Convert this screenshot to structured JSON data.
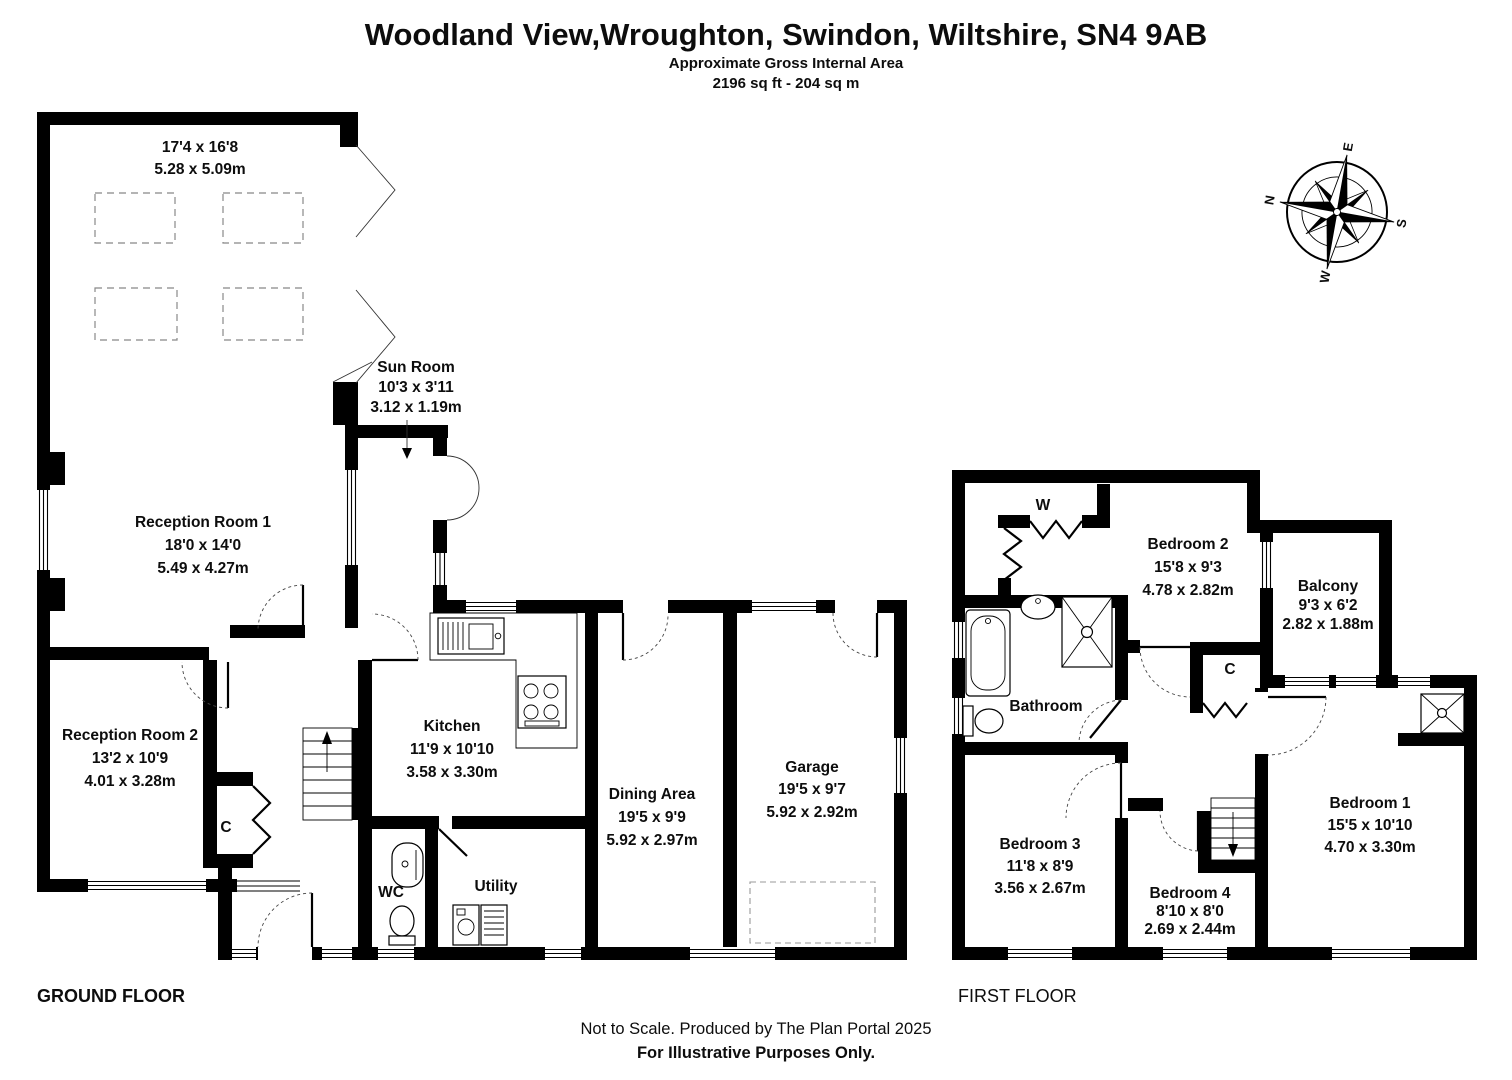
{
  "header": {
    "title": "Woodland View,Wroughton, Swindon, Wiltshire, SN4 9AB",
    "subtitle": "Approximate Gross Internal Area",
    "area": "2196 sq ft - 204 sq m"
  },
  "ground_floor": {
    "label": "GROUND FLOOR",
    "rooms": {
      "main_room": {
        "dim_ft": "17'4 x 16'8",
        "dim_m": "5.28 x 5.09m"
      },
      "sun_room": {
        "name": "Sun Room",
        "dim_ft": "10'3 x 3'11",
        "dim_m": "3.12 x 1.19m"
      },
      "reception_room_1": {
        "name": "Reception Room 1",
        "dim_ft": "18'0 x 14'0",
        "dim_m": "5.49 x 4.27m"
      },
      "reception_room_2": {
        "name": "Reception Room 2",
        "dim_ft": "13'2 x 10'9",
        "dim_m": "4.01 x 3.28m"
      },
      "kitchen": {
        "name": "Kitchen",
        "dim_ft": "11'9 x 10'10",
        "dim_m": "3.58 x 3.30m"
      },
      "dining_area": {
        "name": "Dining Area",
        "dim_ft": "19'5 x 9'9",
        "dim_m": "5.92 x 2.97m"
      },
      "garage": {
        "name": "Garage",
        "dim_ft": "19'5 x 9'7",
        "dim_m": "5.92 x 2.92m"
      },
      "wc": {
        "name": "WC"
      },
      "utility": {
        "name": "Utility"
      },
      "cupboard": {
        "name": "C"
      }
    }
  },
  "first_floor": {
    "label": "FIRST FLOOR",
    "rooms": {
      "bedroom_1": {
        "name": "Bedroom 1",
        "dim_ft": "15'5 x 10'10",
        "dim_m": "4.70 x 3.30m"
      },
      "bedroom_2": {
        "name": "Bedroom 2",
        "dim_ft": "15'8 x 9'3",
        "dim_m": "4.78 x 2.82m"
      },
      "bedroom_3": {
        "name": "Bedroom 3",
        "dim_ft": "11'8 x 8'9",
        "dim_m": "3.56 x 2.67m"
      },
      "bedroom_4": {
        "name": "Bedroom 4",
        "dim_ft": "8'10 x 8'0",
        "dim_m": "2.69 x 2.44m"
      },
      "balcony": {
        "name": "Balcony",
        "dim_ft": "9'3 x 6'2",
        "dim_m": "2.82 x 1.88m"
      },
      "bathroom": {
        "name": "Bathroom"
      },
      "wardrobe": {
        "name": "W"
      },
      "cupboard": {
        "name": "C"
      }
    }
  },
  "compass": {
    "north": "N",
    "east": "E",
    "south": "S",
    "west": "W"
  },
  "footer": {
    "note": "Not to Scale. Produced by The Plan Portal 2025",
    "disclaimer": "For Illustrative Purposes Only."
  }
}
